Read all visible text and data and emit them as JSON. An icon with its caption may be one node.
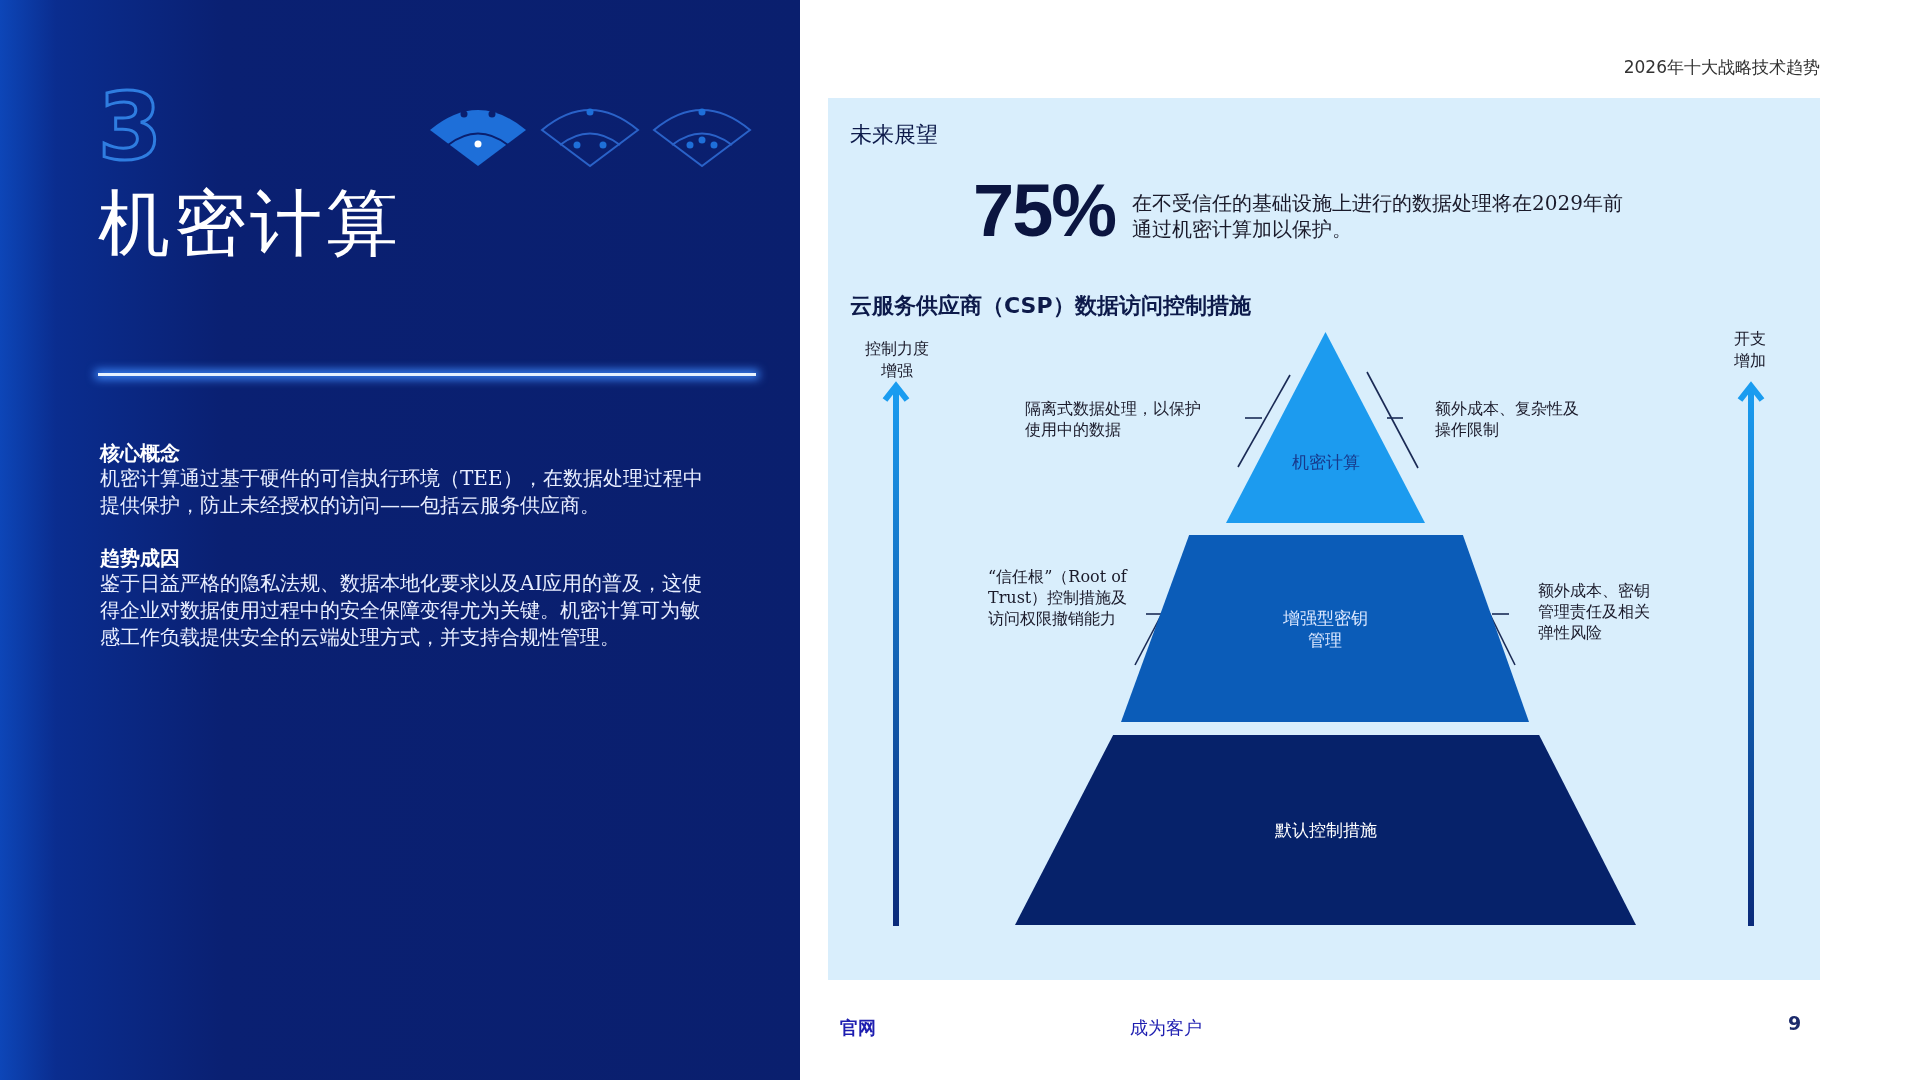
{
  "diagram": {
    "title": "机密计算",
    "nodes": [
      {
        "text": [
          "机密计算"
        ],
        "beside": [
          "隔离式数据处理，以保护使用中的数据",
          "额外成本、复杂性及操作限制"
        ]
      },
      {
        "text": [
          "增强型密钥管理"
        ],
        "beside": [
          "“信任根”（Root of Trust）控制措施及访问权限撤销能力",
          "额外成本、密钥管理责任及相关弹性风险"
        ]
      },
      {
        "text": [
          "默认控制措施"
        ]
      }
    ],
    "labels": [
      "3",
      "核心概念",
      "机密计算通过基于硬件的可信执行环境（TEE），在数据处理过程中提供保护，防止未经授权的访问——包括云服务供应商。",
      "趋势成因",
      "鉴于日益严格的隐私法规、数据本地化要求以及AI应用的普及，这使得企业对数据使用过程中的安全保障变得尤为关键。机密计算可为敏感工作负载提供安全的云端处理方式，并支持合规性管理。",
      "2026年十大战略技术趋势",
      "未来展望",
      "75%",
      "在不受信任的基础设施上进行的数据处理将在2029年前通过机密计算加以保护。",
      "云服务供应商（CSP）数据访问控制措施",
      "控制力度增强",
      "开支增加",
      "官网",
      "成为客户",
      "9"
    ]
  }
}
